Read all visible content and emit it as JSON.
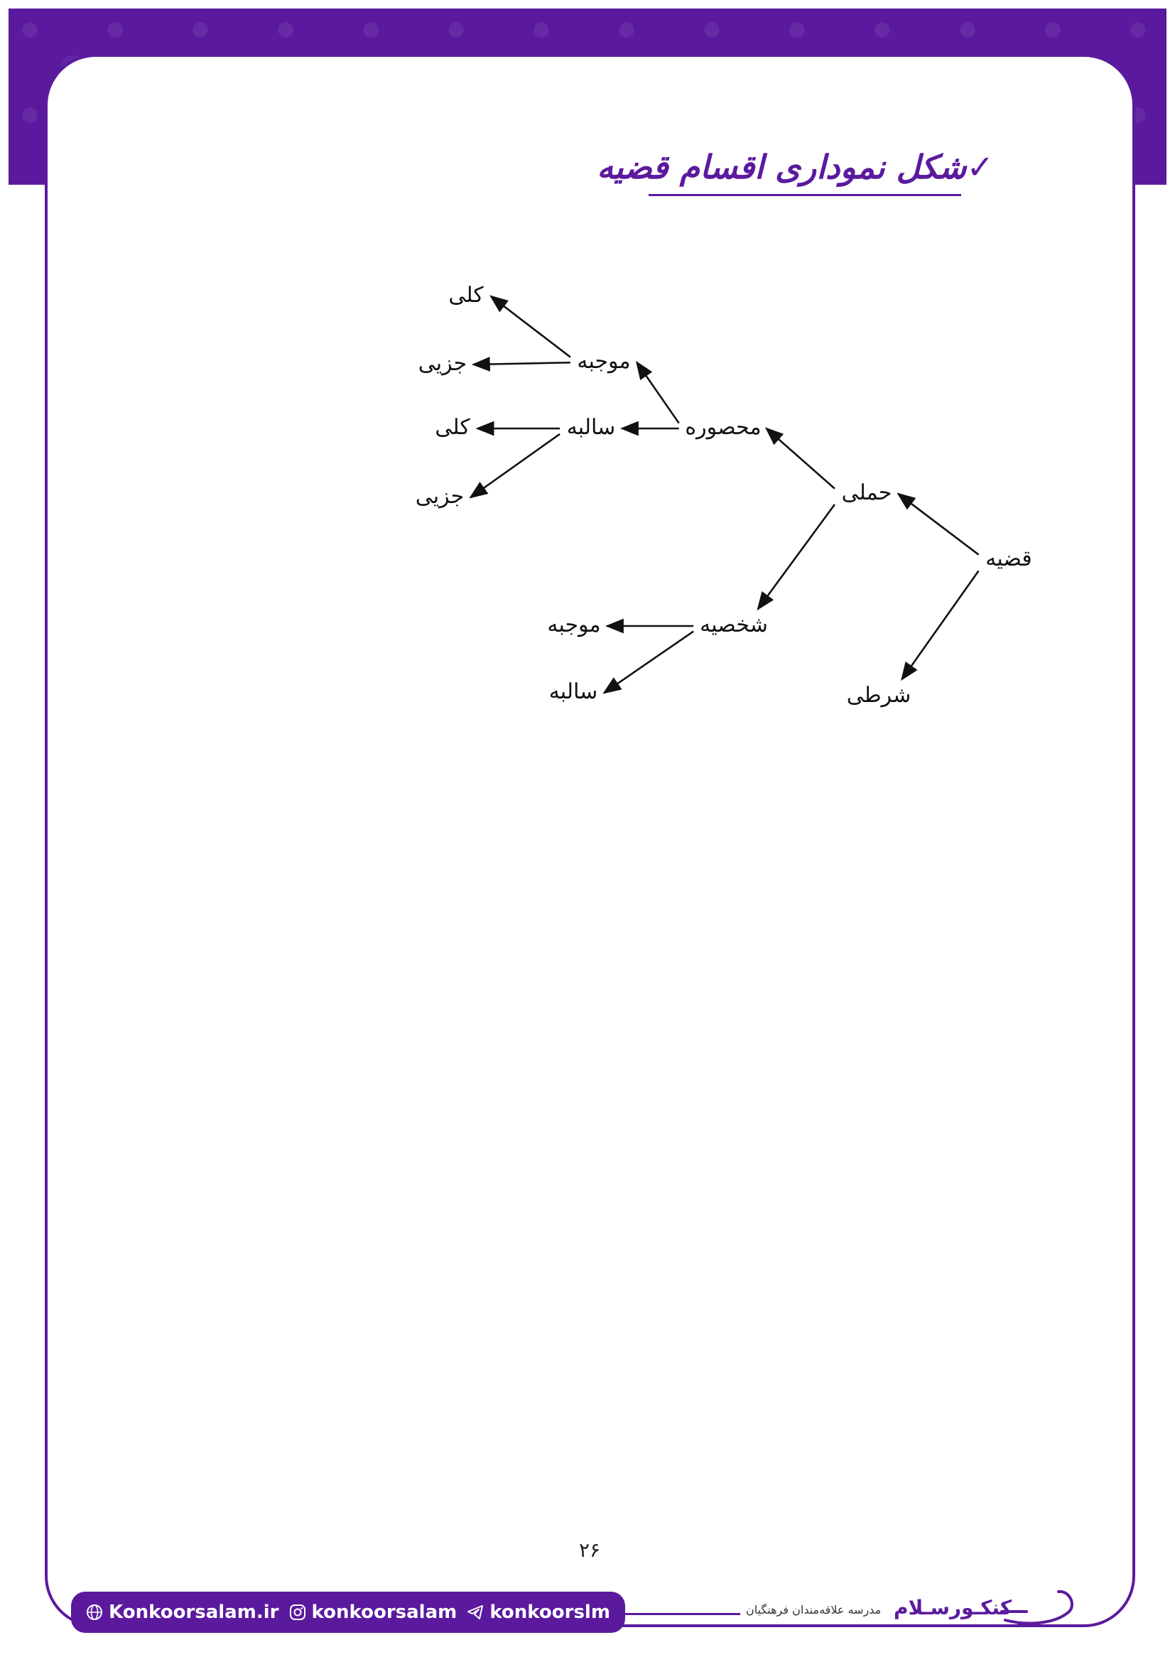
{
  "page": {
    "title": "شکل نموداری اقسام قضیه",
    "title_check": "✓",
    "page_number": "۲۶",
    "accent": "#5b1a9e"
  },
  "diagram": {
    "nodes": [
      {
        "id": "qazie",
        "label": "قضیه"
      },
      {
        "id": "hamli",
        "label": "حملی"
      },
      {
        "id": "sharti",
        "label": "شرطی"
      },
      {
        "id": "mahsure",
        "label": "محصوره"
      },
      {
        "id": "shakhsie",
        "label": "شخصیه"
      },
      {
        "id": "mujabe1",
        "label": "موجبه"
      },
      {
        "id": "salebe1",
        "label": "سالبه"
      },
      {
        "id": "kolli1",
        "label": "کلی"
      },
      {
        "id": "jozii1",
        "label": "جزیی"
      },
      {
        "id": "kolli2",
        "label": "کلی"
      },
      {
        "id": "jozii2",
        "label": "جزیی"
      },
      {
        "id": "mujabe2",
        "label": "موجبه"
      },
      {
        "id": "salebe2",
        "label": "سالبه"
      }
    ],
    "edges": [
      {
        "from": "qazie",
        "to": "hamli"
      },
      {
        "from": "qazie",
        "to": "sharti"
      },
      {
        "from": "hamli",
        "to": "mahsure"
      },
      {
        "from": "hamli",
        "to": "shakhsie"
      },
      {
        "from": "mahsure",
        "to": "mujabe1"
      },
      {
        "from": "mahsure",
        "to": "salebe1"
      },
      {
        "from": "mujabe1",
        "to": "kolli1"
      },
      {
        "from": "mujabe1",
        "to": "jozii1"
      },
      {
        "from": "salebe1",
        "to": "kolli2"
      },
      {
        "from": "salebe1",
        "to": "jozii2"
      },
      {
        "from": "shakhsie",
        "to": "mujabe2"
      },
      {
        "from": "shakhsie",
        "to": "salebe2"
      }
    ]
  },
  "footer": {
    "website": "Konkoorsalam.ir",
    "instagram": "konkoorsalam",
    "telegram": "konkoorslm",
    "brand_name": "کنکـورسـلام",
    "brand_subtitle": "مدرسه علاقه‌مندان فرهنگیان",
    "icons": [
      "globe-icon",
      "instagram-icon",
      "telegram-icon"
    ]
  }
}
